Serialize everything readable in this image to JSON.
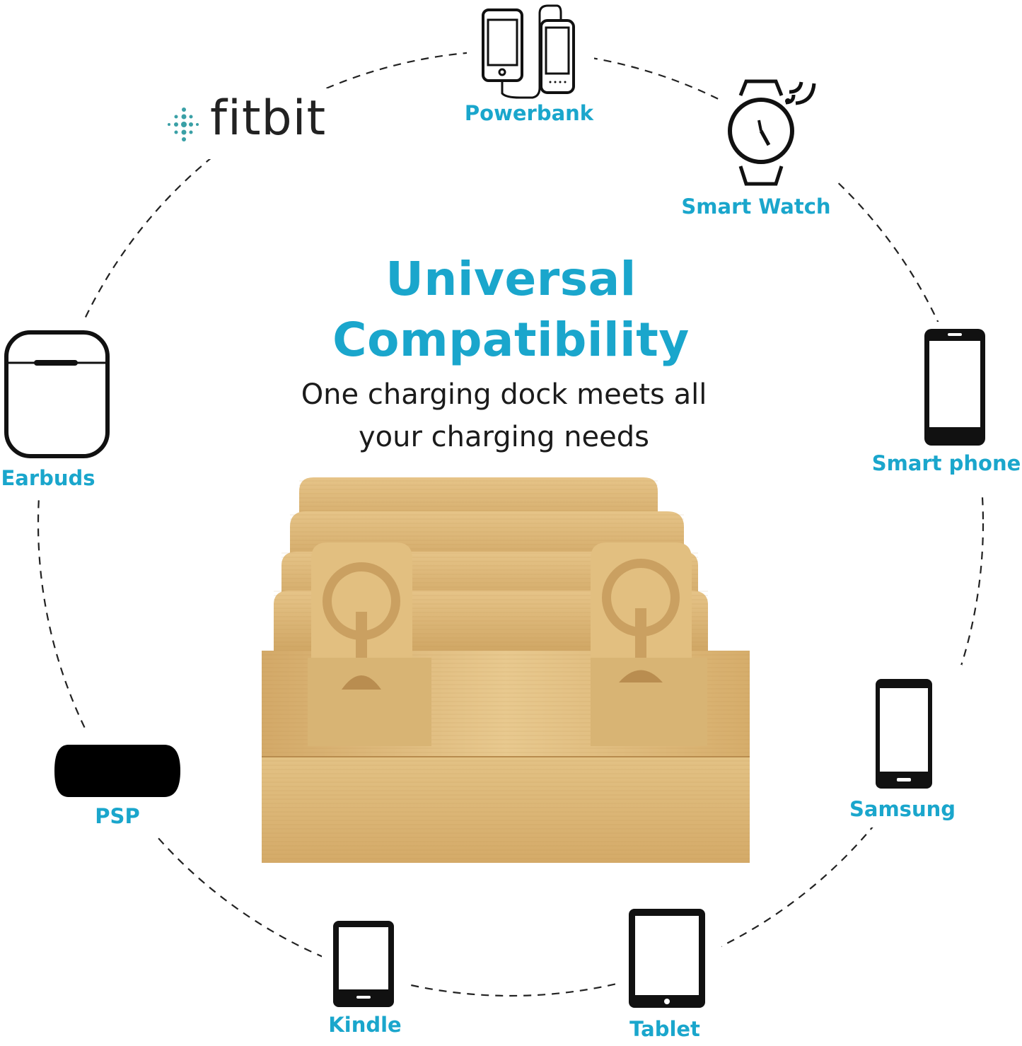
{
  "headline": {
    "line1": "Universal",
    "line2": "Compatibility"
  },
  "subheadline": {
    "line1": "One charging dock meets all",
    "line2": "your charging needs"
  },
  "brand_logo": "fitbit",
  "devices": {
    "powerbank": "Powerbank",
    "smart_watch": "Smart Watch",
    "smart_phone": "Smart phone",
    "samsung": "Samsung",
    "tablet": "Tablet",
    "kindle": "Kindle",
    "psp": "PSP",
    "earbuds": "Earbuds"
  },
  "colors": {
    "accent": "#1aa6cc",
    "icon": "#111111",
    "wood": "#dcb878"
  }
}
